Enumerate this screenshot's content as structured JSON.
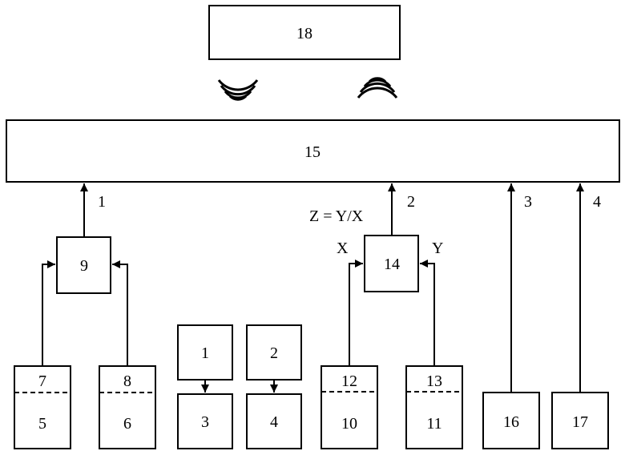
{
  "blocks": {
    "b18": "18",
    "b15": "15",
    "b9": "9",
    "b14": "14",
    "b1": "1",
    "b2": "2",
    "b3": "3",
    "b4": "4",
    "b7": "7",
    "b5": "5",
    "b8": "8",
    "b6": "6",
    "b12": "12",
    "b10": "10",
    "b13": "13",
    "b11": "11",
    "b16": "16",
    "b17": "17"
  },
  "signals": {
    "s1": "1",
    "s2": "2",
    "s3": "3",
    "s4": "4",
    "x": "X",
    "y": "Y",
    "formula": "Z = Y/X"
  },
  "icons": {
    "left_wireless": "wireless-signal-icon",
    "right_wireless": "wireless-signal-icon"
  }
}
